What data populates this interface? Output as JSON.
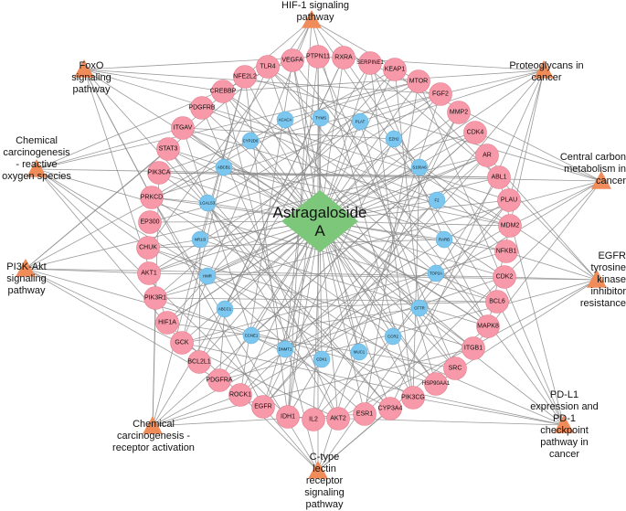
{
  "center": {
    "label": "Astragaloside A",
    "color": "#7cc77a"
  },
  "colors": {
    "target": "#f799a8",
    "target_stroke": "#e07b8c",
    "ingredient": "#7cc7ef",
    "ingredient_stroke": "#5aaede",
    "pathway": "#f08c5a",
    "edge": "#8a8a8a"
  },
  "targets": [
    "HIF1A",
    "PIK3R1",
    "AKT1",
    "CHUK",
    "EP300",
    "PRKCD",
    "PIK3CA",
    "STAT3",
    "ITGAV",
    "PDGFRB",
    "CREBBP",
    "NFE2L2",
    "TLR4",
    "VEGFA",
    "PTPN11",
    "RXRA",
    "SERPINE1",
    "KEAP1",
    "MTOR",
    "FGF2",
    "MMP2",
    "CDK4",
    "AR",
    "ABL1",
    "PLAU",
    "MDM2",
    "NFKB1",
    "CDK2",
    "BCL6",
    "MAPK8",
    "ITGB1",
    "SRC",
    "HSP90AA1",
    "PIK3CG",
    "CYP3A4",
    "ESR1",
    "AKT2",
    "IL2",
    "IDH1",
    "EGFR",
    "ROCK1",
    "PDGFRA",
    "BCL2L1",
    "GCK"
  ],
  "inner": [
    "ACACA",
    "TYMS",
    "PLAT",
    "EZH2",
    "S100A6",
    "F2",
    "RARB",
    "TOP2A",
    "CFTR",
    "CCR2",
    "MUC1",
    "CDK1",
    "DNMT1",
    "CCNE1",
    "ABCC1",
    "HMR",
    "NR1I3",
    "LGALS3",
    "ABCB1",
    "CYP2D6"
  ],
  "pathways": [
    "HIF-1 signaling pathway",
    "Proteoglycans in cancer",
    "Central carbon metabolism in cancer",
    "EGFR tyrosine kinase inhibitor resistance",
    "PD-L1 expression and PD-1 checkpoint pathway in cancer",
    "C-type lectin receptor signaling pathway",
    "Chemical carcinogenesis - receptor activation",
    "PI3K-Akt signaling pathway",
    "Chemical carcinogenesis - reactive oxygen species",
    "FoxO signaling pathway"
  ]
}
